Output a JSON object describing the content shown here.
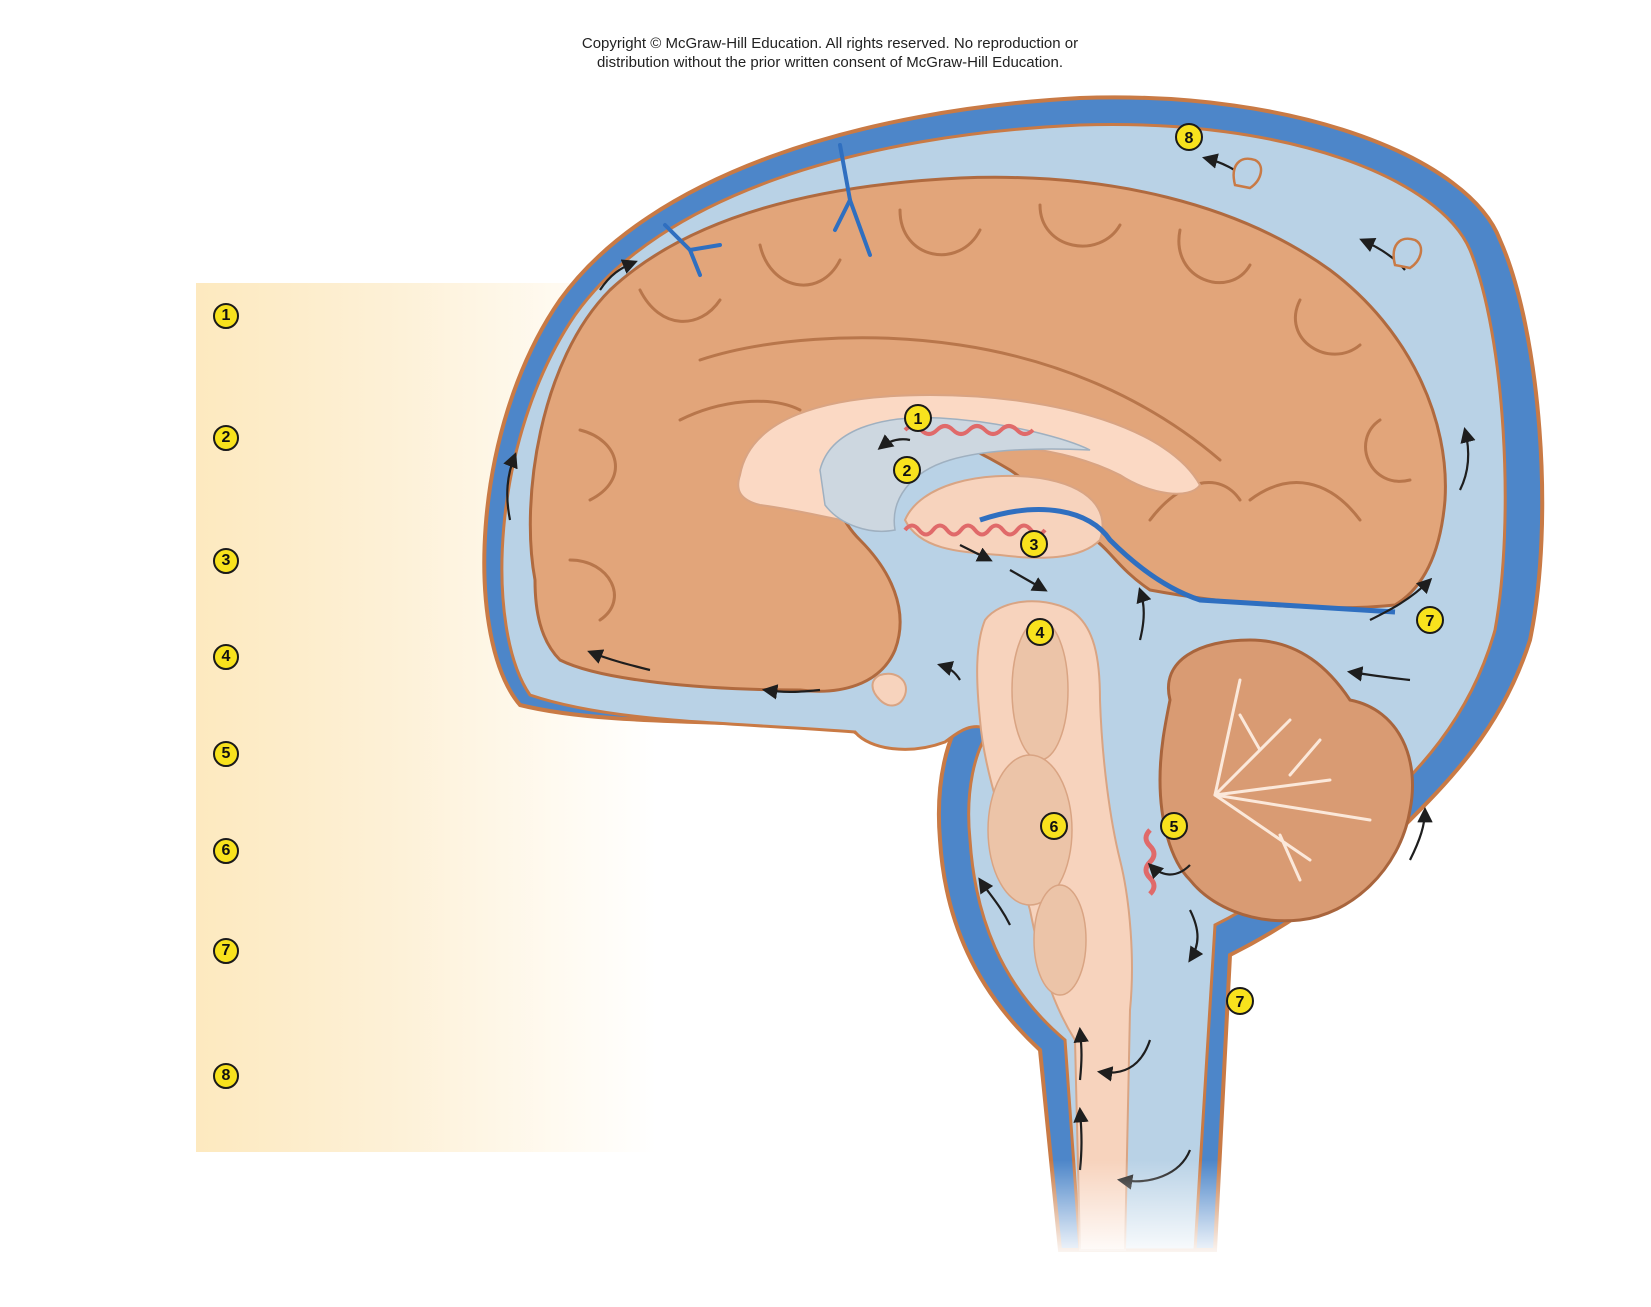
{
  "copyright": {
    "line1": "Copyright © McGraw-Hill Education.  All rights reserved. No reproduction or",
    "line2": "distribution without the prior written consent of McGraw-Hill Education."
  },
  "legend": {
    "markers": [
      "1",
      "2",
      "3",
      "4",
      "5",
      "6",
      "7",
      "8"
    ]
  },
  "diagram": {
    "labels": [
      "1",
      "2",
      "3",
      "4",
      "5",
      "6",
      "7",
      "7",
      "8"
    ]
  },
  "colors": {
    "marker_fill": "#f8e21d",
    "marker_border": "#1a1a1a",
    "brain_tissue": "#e2a57a",
    "csf_space": "#b9d2e6",
    "venous_sinus": "#4d86c9",
    "dura_outline": "#c97a45",
    "choroid_plexus": "#e06a6a",
    "legend_panel": "#fde9bf"
  }
}
